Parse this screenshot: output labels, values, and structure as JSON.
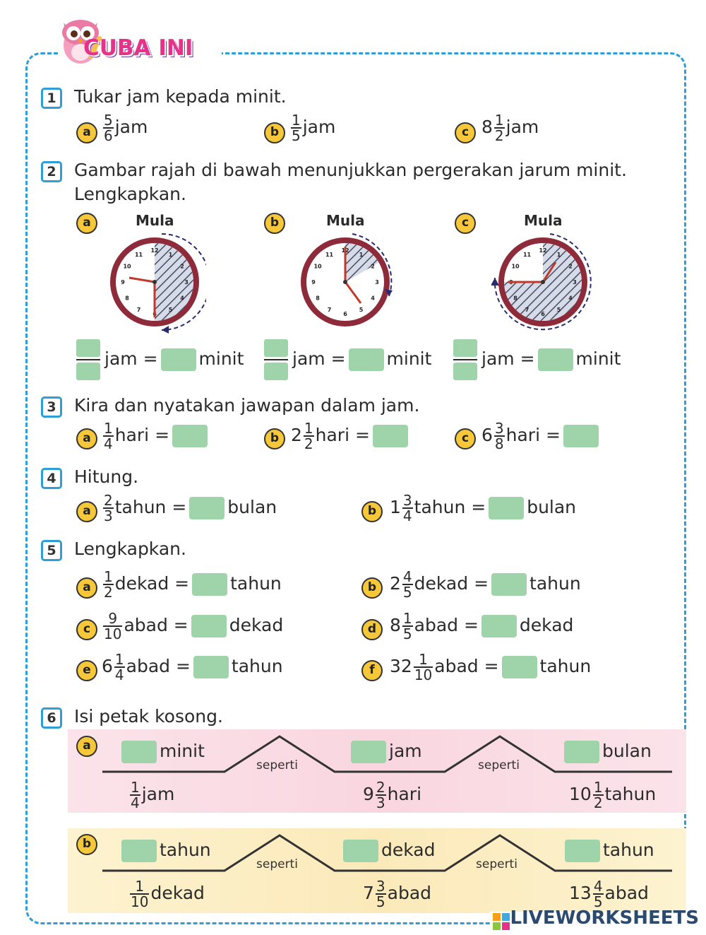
{
  "header": {
    "title": "CUBA INI"
  },
  "q1": {
    "num": "1",
    "text": "Tukar jam kepada minit.",
    "a": {
      "badge": "a",
      "n": "5",
      "d": "6",
      "unit": "jam"
    },
    "b": {
      "badge": "b",
      "n": "1",
      "d": "5",
      "unit": "jam"
    },
    "c": {
      "badge": "c",
      "w": "8",
      "n": "1",
      "d": "2",
      "unit": "jam"
    }
  },
  "q2": {
    "num": "2",
    "line1": "Gambar rajah di bawah menunjukkan pergerakan jarum minit.",
    "line2": "Lengkapkan.",
    "start_label": "Mula",
    "eq_jam": "jam =",
    "eq_minit": "minit",
    "badges": [
      "a",
      "b",
      "c"
    ],
    "clock_numbers": [
      "12",
      "1",
      "2",
      "3",
      "4",
      "5",
      "6",
      "7",
      "8",
      "9",
      "10",
      "11"
    ]
  },
  "q3": {
    "num": "3",
    "text": "Kira dan nyatakan jawapan dalam jam.",
    "a": {
      "badge": "a",
      "n": "1",
      "d": "4",
      "unit": "hari ="
    },
    "b": {
      "badge": "b",
      "w": "2",
      "n": "1",
      "d": "2",
      "unit": "hari ="
    },
    "c": {
      "badge": "c",
      "w": "6",
      "n": "3",
      "d": "8",
      "unit": "hari ="
    }
  },
  "q4": {
    "num": "4",
    "text": "Hitung.",
    "a": {
      "badge": "a",
      "n": "2",
      "d": "3",
      "unit": "tahun =",
      "after": "bulan"
    },
    "b": {
      "badge": "b",
      "w": "1",
      "n": "3",
      "d": "4",
      "unit": "tahun =",
      "after": "bulan"
    }
  },
  "q5": {
    "num": "5",
    "text": "Lengkapkan.",
    "a": {
      "badge": "a",
      "n": "1",
      "d": "2",
      "unit": "dekad =",
      "after": "tahun"
    },
    "b": {
      "badge": "b",
      "w": "2",
      "n": "4",
      "d": "5",
      "unit": "dekad =",
      "after": "tahun"
    },
    "c": {
      "badge": "c",
      "n": "9",
      "d": "10",
      "unit": "abad =",
      "after": "dekad"
    },
    "d": {
      "badge": "d",
      "w": "8",
      "n": "1",
      "d": "5",
      "unit": "abad =",
      "after": "dekad"
    },
    "e": {
      "badge": "e",
      "w": "6",
      "n": "1",
      "d": "4",
      "unit": "abad =",
      "after": "tahun"
    },
    "f": {
      "badge": "f",
      "w": "32",
      "n": "1",
      "d": "10",
      "unit": "abad =",
      "after": "tahun"
    }
  },
  "q6": {
    "num": "6",
    "text": "Isi petak kosong.",
    "seperti": "seperti",
    "a": {
      "badge": "a",
      "top": [
        "minit",
        "jam",
        "bulan"
      ],
      "bottom": [
        {
          "w": "",
          "n": "1",
          "d": "4",
          "unit": "jam"
        },
        {
          "w": "9",
          "n": "2",
          "d": "3",
          "unit": "hari"
        },
        {
          "w": "10",
          "n": "1",
          "d": "2",
          "unit": "tahun"
        }
      ]
    },
    "b": {
      "badge": "b",
      "top": [
        "tahun",
        "dekad",
        "tahun"
      ],
      "bottom": [
        {
          "w": "",
          "n": "1",
          "d": "10",
          "unit": "dekad"
        },
        {
          "w": "7",
          "n": "3",
          "d": "5",
          "unit": "abad"
        },
        {
          "w": "13",
          "n": "4",
          "d": "5",
          "unit": "abad"
        }
      ]
    }
  },
  "footer": {
    "logo": "LIVEWORKSHEETS"
  },
  "colors": {
    "frame": "#2f9ed6",
    "answer_box": "#9fd3a9",
    "badge": "#f7c73a",
    "clock_ring": "#8e2b3a"
  }
}
